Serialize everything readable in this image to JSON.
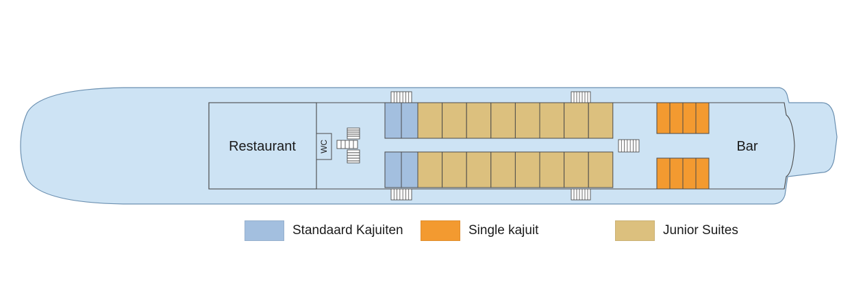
{
  "rooms": {
    "restaurant": "Restaurant",
    "wc": "WC",
    "bar": "Bar"
  },
  "legend": [
    {
      "label": "Standaard Kajuiten",
      "color": "#a3bfdf"
    },
    {
      "label": "Single kajuit",
      "color": "#f39a30"
    },
    {
      "label": "Junior Suites",
      "color": "#dcc07e"
    }
  ],
  "colors": {
    "hull": "#cde3f4",
    "hull_outline": "#6a8fb0",
    "line": "#4a4a4a",
    "standard": "#a3bfdf",
    "single": "#f39a30",
    "junior": "#dcc07e"
  }
}
